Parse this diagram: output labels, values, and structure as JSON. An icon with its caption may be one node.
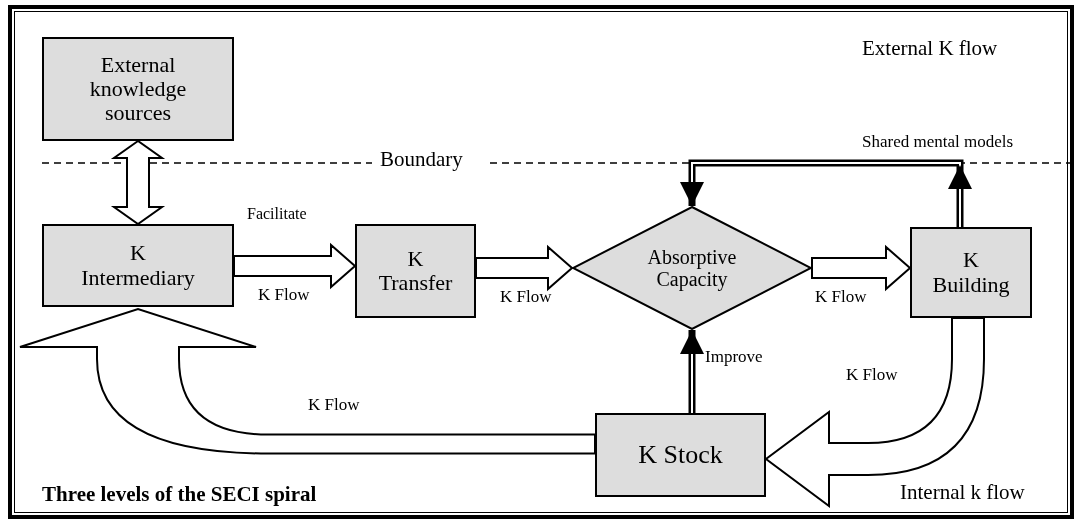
{
  "diagram": {
    "title": "Three levels of the SECI spiral",
    "nodes": [
      {
        "text": [
          "External knowledge sources"
        ]
      },
      {
        "text": [
          "K Intermediary"
        ]
      },
      {
        "text": [
          "K Transfer"
        ]
      },
      {
        "text": [
          "Absorptive Capacity"
        ]
      },
      {
        "text": [
          "K Building"
        ]
      },
      {
        "text": [
          "K Stock"
        ]
      }
    ],
    "edges": [
      {
        "from": 0,
        "to": 1,
        "arrow": "both",
        "style": "thick"
      },
      {
        "from": 1,
        "to": 2,
        "arrow": "to",
        "label": "K Flow",
        "style": "thick"
      },
      {
        "from": 2,
        "to": 3,
        "arrow": "to",
        "label": "K Flow",
        "style": "thick"
      },
      {
        "from": 3,
        "to": 4,
        "arrow": "to",
        "label": "K Flow",
        "style": "thick"
      },
      {
        "from": 4,
        "to": 5,
        "arrow": "to",
        "label": "K Flow",
        "style": "thick"
      },
      {
        "from": 5,
        "to": 1,
        "arrow": "to",
        "label": "K Flow",
        "style": "thick"
      },
      {
        "from": 4,
        "to": 3,
        "arrow": "to",
        "label": "Shared mental models"
      },
      {
        "from": 5,
        "to": 3,
        "arrow": "to",
        "label": "Improve"
      }
    ],
    "labels": [
      "External K flow",
      "Boundary",
      "Facilitate",
      "Internal k flow"
    ]
  }
}
